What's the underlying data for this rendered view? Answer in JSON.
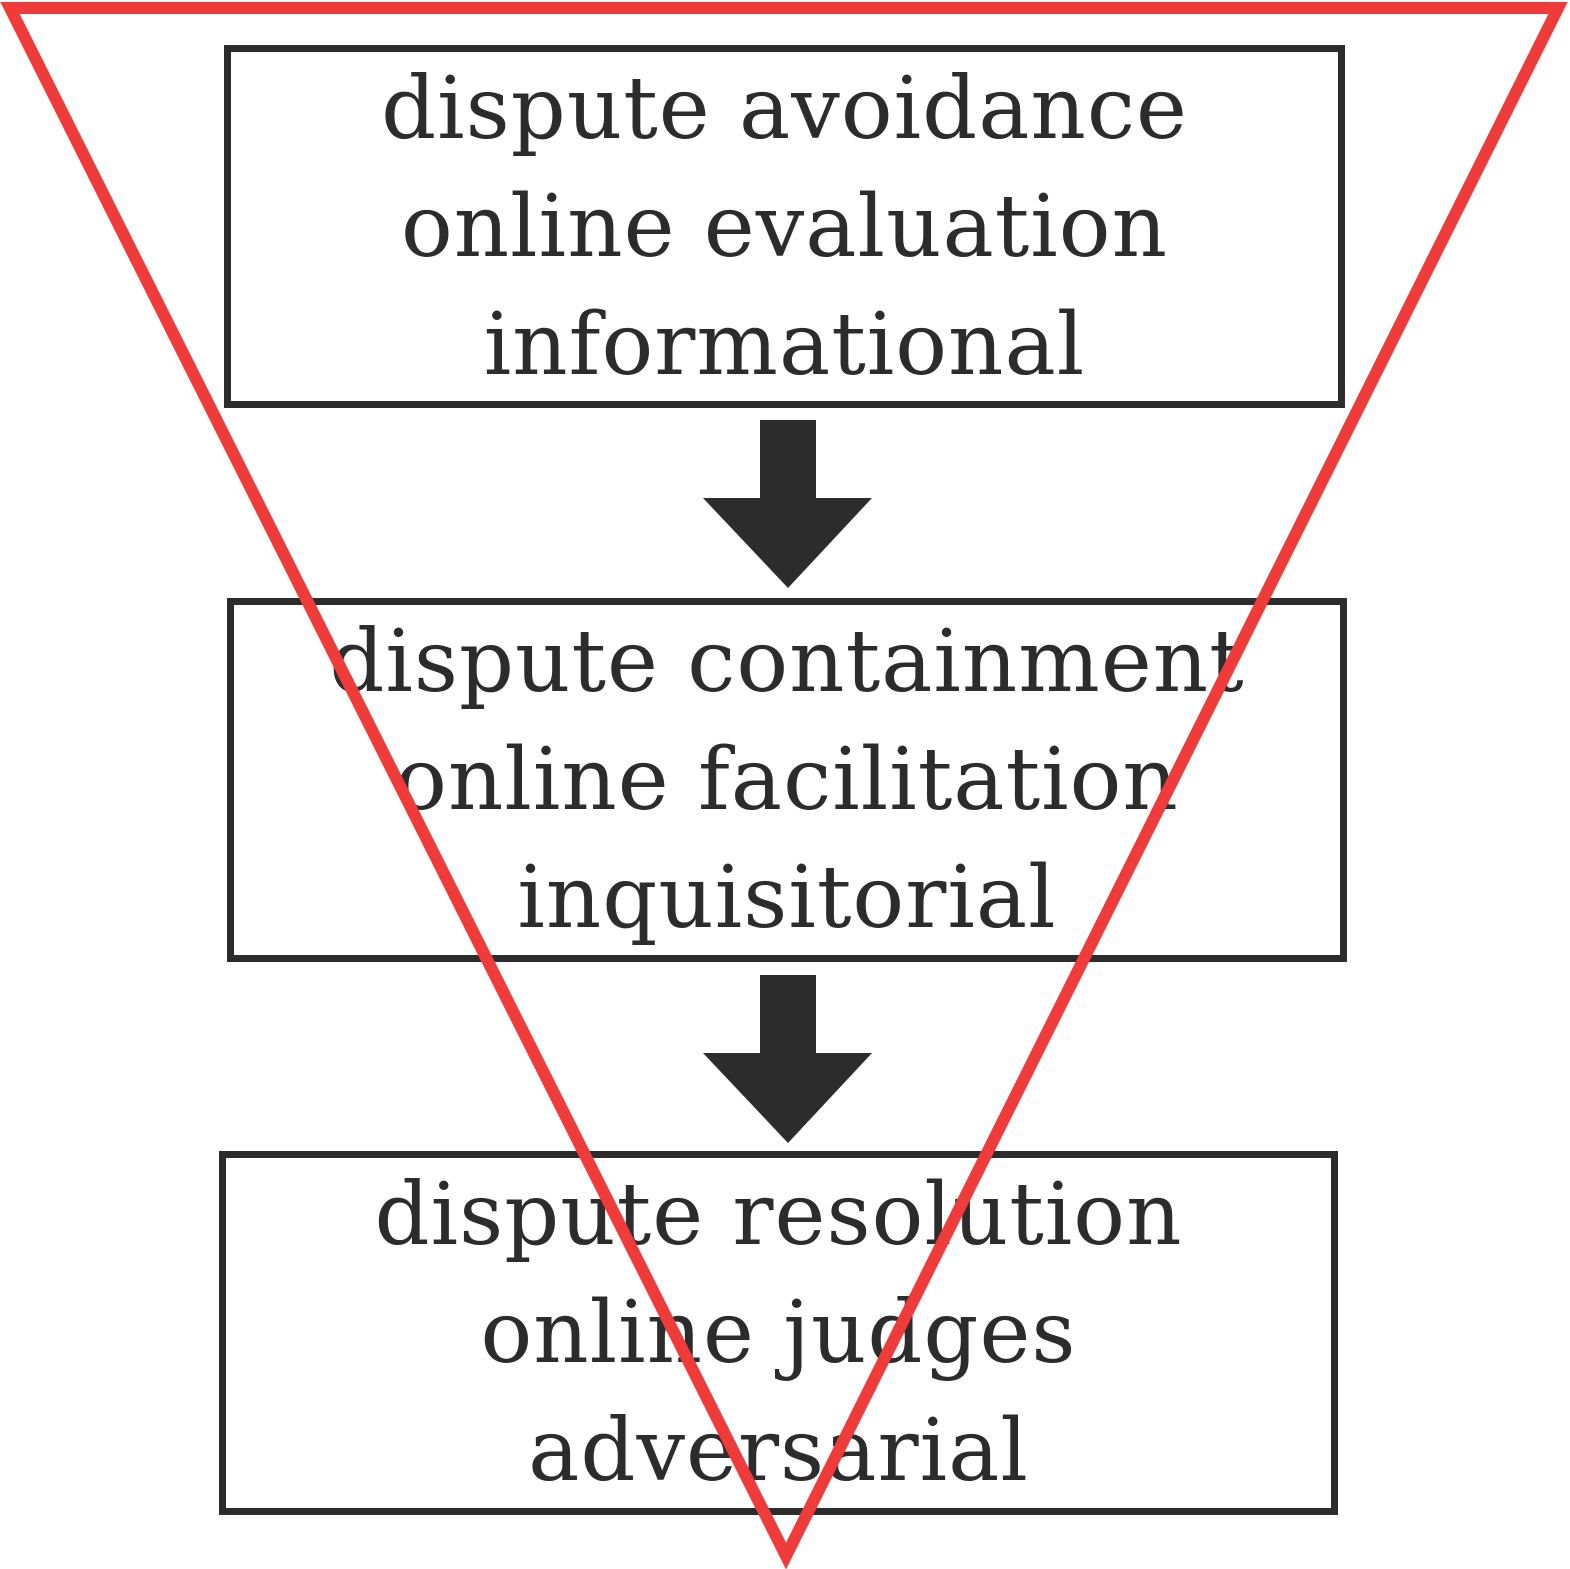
{
  "colors": {
    "funnel_outline": "#ef3b39",
    "box_border": "#2c2c2c",
    "text": "#2c2c2c",
    "arrow": "#2c2c2c",
    "background": "#ffffff"
  },
  "stages": [
    {
      "lines": [
        "dispute avoidance",
        "online evaluation",
        "informational"
      ]
    },
    {
      "lines": [
        "dispute containment",
        "online facilitation",
        "inquisitorial"
      ]
    },
    {
      "lines": [
        "dispute resolution",
        "online judges",
        "adversarial"
      ]
    }
  ],
  "icons": {
    "arrow_1": "arrow-down-icon",
    "arrow_2": "arrow-down-icon",
    "funnel": "inverted-triangle"
  }
}
